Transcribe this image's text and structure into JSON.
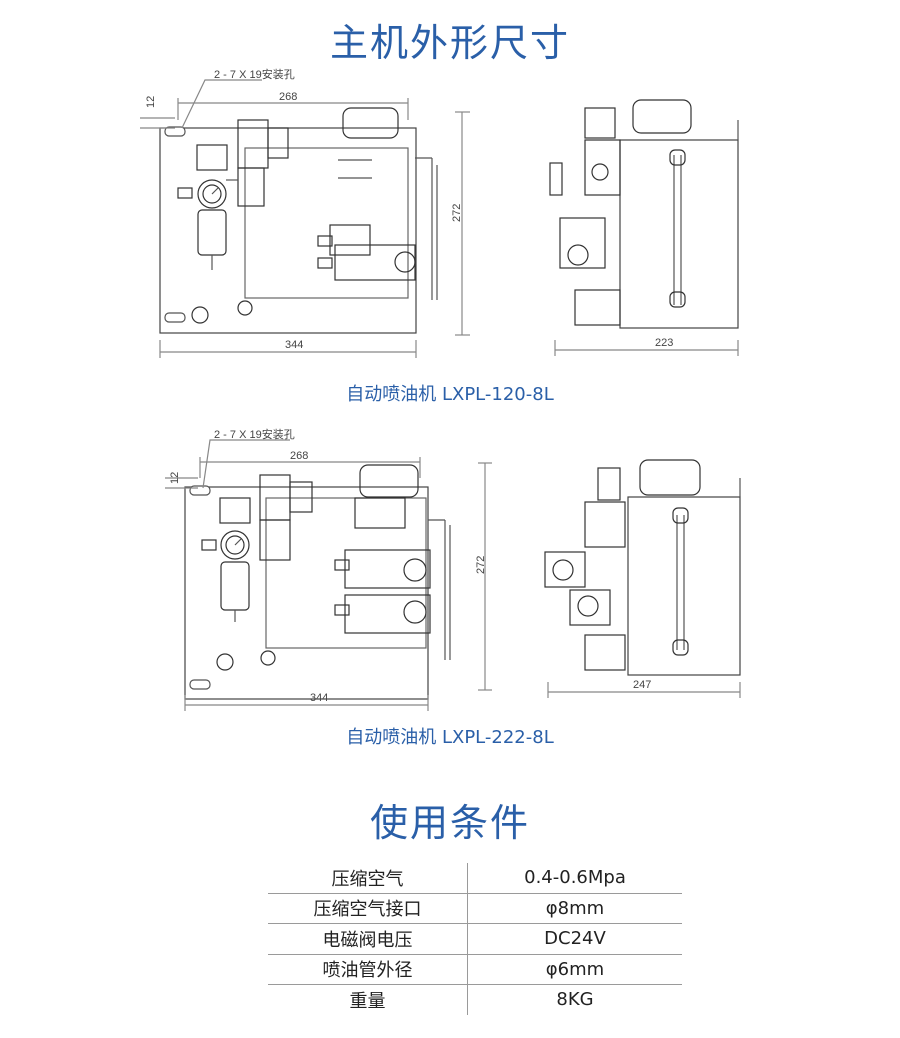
{
  "title_main": "主机外形尺寸",
  "model1": {
    "caption": "自动喷油机  LXPL-120-8L",
    "hole_label": "2 - 7 X 19安装孔",
    "dim_top": "268",
    "dim_left": "12",
    "dim_height": "272",
    "dim_width": "344",
    "dim_side": "223"
  },
  "model2": {
    "caption": "自动喷油机  LXPL-222-8L",
    "hole_label": "2 - 7 X 19安装孔",
    "dim_top": "268",
    "dim_left": "12",
    "dim_height": "272",
    "dim_width": "344",
    "dim_side": "247"
  },
  "title_conditions": "使用条件",
  "conditions": [
    {
      "name": "压缩空气",
      "value": "0.4-0.6Mpa"
    },
    {
      "name": "压缩空气接口",
      "value": "φ8mm"
    },
    {
      "name": "电磁阀电压",
      "value": "DC24V"
    },
    {
      "name": "喷油管外径",
      "value": "φ6mm"
    },
    {
      "name": "重量",
      "value": "8KG"
    }
  ]
}
